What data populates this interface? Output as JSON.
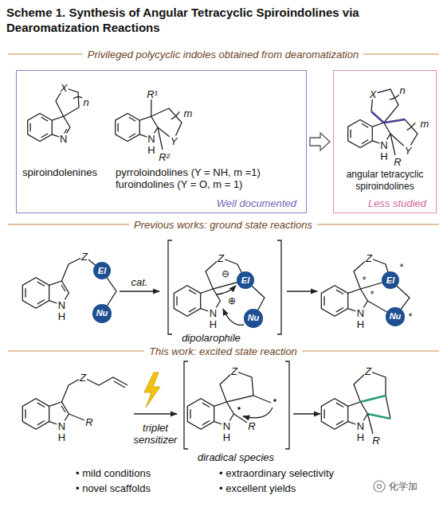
{
  "diagram": {
    "title": "Scheme 1. Synthesis of Angular Tetracyclic Spiroindolines via Dearomatization Reactions",
    "nodes": [
      {
        "text": [
          "Well documented"
        ]
      },
      {
        "text": [
          "Less studied"
        ]
      },
      {
        "text": [
          "El"
        ]
      },
      {
        "text": [
          "Nu"
        ]
      },
      {
        "text": [
          "El"
        ]
      },
      {
        "text": [
          "Nu"
        ]
      },
      {
        "text": [
          "El"
        ]
      },
      {
        "text": [
          "Nu"
        ]
      }
    ],
    "edges": [
      {
        "from": 0,
        "to": 1,
        "arrow": "to"
      }
    ],
    "labels": [
      "Privileged polycyclic indoles obtained from dearomatization",
      "X",
      "n",
      "N",
      "spiroindolenines",
      "R¹",
      "m",
      "Y",
      "N",
      "H",
      "R²",
      "pyrroloindolines (Y = NH, m =1)",
      "furoindolines (Y = O, m = 1)",
      "X",
      "n",
      "m",
      "Y",
      "N",
      "H",
      "R",
      "angular tetracyclic spiroindolines",
      "Previous works: ground state reactions",
      "Z",
      "N",
      "H",
      "cat.",
      "Z",
      "⊖",
      "⊕",
      "N",
      "H",
      "dipolarophile",
      "Z",
      "N",
      "H",
      "*",
      "*",
      "*",
      "*",
      "This work: excited state reaction",
      "Z",
      "N",
      "H",
      "R",
      "triplet sensitizer",
      "Z",
      "N",
      "H",
      "R",
      "diradical species",
      "Z",
      "N",
      "H",
      "R",
      "• mild conditions",
      "• extraordinary selectivity",
      "• novel scaffolds",
      "• excellent yields",
      "化学加"
    ]
  }
}
